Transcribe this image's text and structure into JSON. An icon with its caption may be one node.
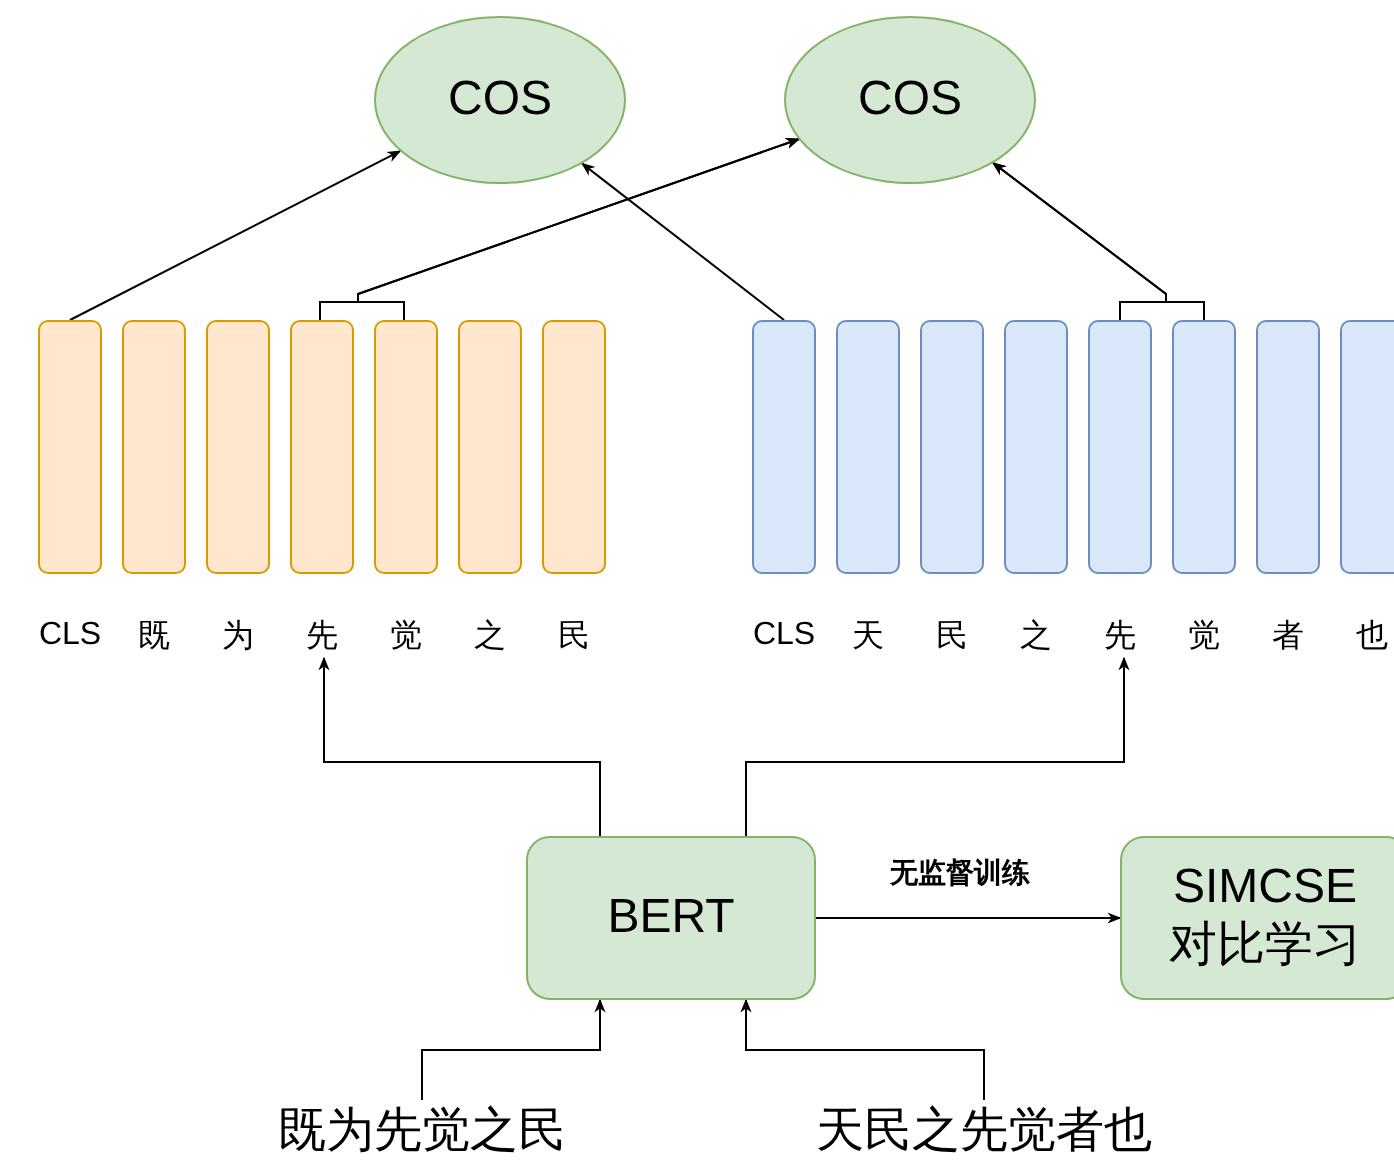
{
  "diagram": {
    "nodes": [
      {
        "text": [
          "COS"
        ]
      },
      {
        "text": [
          "COS"
        ]
      },
      {
        "text": [],
        "shape": "bar"
      },
      {
        "text": [],
        "shape": "bar"
      },
      {
        "text": [],
        "shape": "bar"
      },
      {
        "text": [],
        "shape": "bar"
      },
      {
        "text": [],
        "shape": "bar"
      },
      {
        "text": [],
        "shape": "bar"
      },
      {
        "text": [],
        "shape": "bar"
      },
      {
        "text": [],
        "shape": "bar"
      },
      {
        "text": [],
        "shape": "bar"
      },
      {
        "text": [],
        "shape": "bar"
      },
      {
        "text": [],
        "shape": "bar"
      },
      {
        "text": [],
        "shape": "bar"
      },
      {
        "text": [],
        "shape": "bar"
      },
      {
        "text": [],
        "shape": "bar"
      },
      {
        "text": [],
        "shape": "bar"
      },
      {
        "text": [
          "CLS"
        ]
      },
      {
        "text": [
          "既"
        ]
      },
      {
        "text": [
          "为"
        ]
      },
      {
        "text": [
          "先"
        ]
      },
      {
        "text": [
          "觉"
        ]
      },
      {
        "text": [
          "之"
        ]
      },
      {
        "text": [
          "民"
        ]
      },
      {
        "text": [
          "CLS"
        ]
      },
      {
        "text": [
          "天"
        ]
      },
      {
        "text": [
          "民"
        ]
      },
      {
        "text": [
          "之"
        ]
      },
      {
        "text": [
          "先"
        ]
      },
      {
        "text": [
          "觉"
        ]
      },
      {
        "text": [
          "者"
        ]
      },
      {
        "text": [
          "也"
        ]
      },
      {
        "text": [
          "BERT"
        ]
      },
      {
        "text": [
          "SIMCSE 对比学习"
        ]
      },
      {
        "text": [
          "既为先觉之民"
        ]
      },
      {
        "text": [
          "天民之先觉者也"
        ]
      }
    ],
    "edges": [
      {
        "from": 2,
        "to": 0,
        "arrow": "to"
      },
      {
        "from": 5,
        "to": 1,
        "arrow": "to"
      },
      {
        "from": 6,
        "to": 1,
        "arrow": "to"
      },
      {
        "from": 9,
        "to": 0,
        "arrow": "to"
      },
      {
        "from": 13,
        "to": 1,
        "arrow": "to"
      },
      {
        "from": 14,
        "to": 1,
        "arrow": "to"
      },
      {
        "from": 32,
        "to": 20,
        "arrow": "to"
      },
      {
        "from": 32,
        "to": 28,
        "arrow": "to"
      },
      {
        "from": 32,
        "to": 33,
        "arrow": "to",
        "label": "无监督训练"
      },
      {
        "from": 34,
        "to": 32,
        "arrow": "to"
      },
      {
        "from": 35,
        "to": 32,
        "arrow": "to"
      }
    ]
  }
}
